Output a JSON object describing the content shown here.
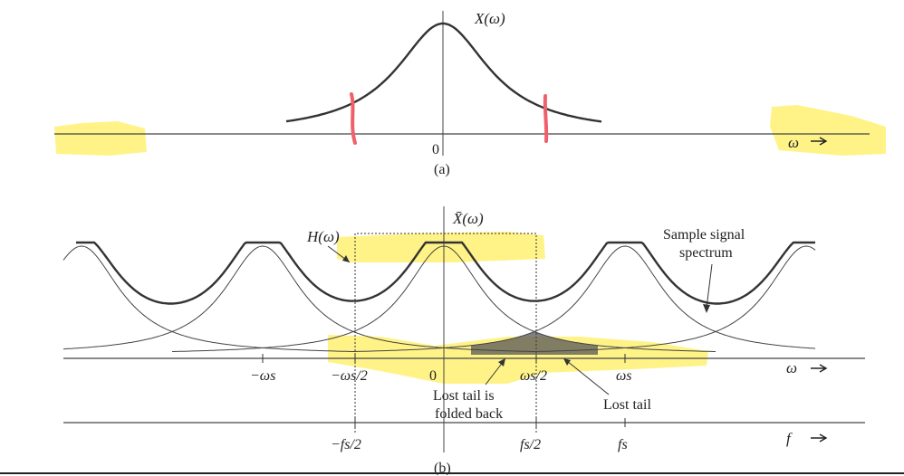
{
  "panel_a": {
    "label": "(a)",
    "curve_label": "X(ω)",
    "origin_label": "0",
    "axis_label": "ω"
  },
  "panel_b": {
    "label": "(b)",
    "spectrum_label": "X̄(ω)",
    "filter_label": "H(ω)",
    "sample_label_line1": "Sample signal",
    "sample_label_line2": "spectrum",
    "axis_omega": "ω",
    "axis_f": "f",
    "ticks_omega": [
      "−ωs",
      "−ωs/2",
      "0",
      "ωs/2",
      "ωs"
    ],
    "ticks_f": [
      "−fs/2",
      "fs/2",
      "fs"
    ],
    "lost_tail_folded_line1": "Lost tail is",
    "lost_tail_folded_line2": "folded back",
    "lost_tail": "Lost tail"
  },
  "colors": {
    "highlight": "#fff06a",
    "marker": "#f0606a",
    "ink": "#333333"
  }
}
